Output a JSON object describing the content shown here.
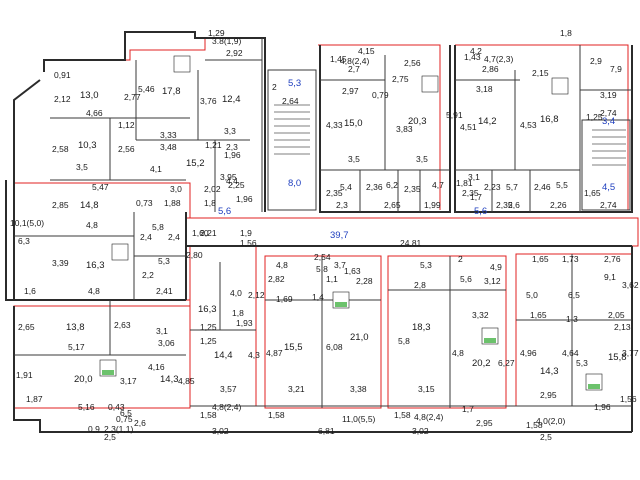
{
  "floorplan": {
    "labels": [
      {
        "name": "label-3-8",
        "text": "3.8(1,9)"
      },
      {
        "name": "label-1-29",
        "text": "1,29"
      },
      {
        "name": "label-2-92",
        "text": "2,92"
      },
      {
        "name": "label-4-15",
        "text": "4,15"
      },
      {
        "name": "label-4-8-24",
        "text": "4,8(2,4)"
      },
      {
        "name": "label-2-7",
        "text": "2,7"
      },
      {
        "name": "label-2-56",
        "text": "2,56"
      },
      {
        "name": "label-4-2",
        "text": "4,2"
      },
      {
        "name": "label-4-7-23",
        "text": "4,7(2,3)"
      },
      {
        "name": "label-2-86",
        "text": "2,86"
      },
      {
        "name": "label-1-8",
        "text": "1,8"
      },
      {
        "name": "label-0-91",
        "text": "0,91"
      },
      {
        "name": "label-13-0",
        "text": "13,0"
      },
      {
        "name": "label-2-12",
        "text": "2,12"
      },
      {
        "name": "label-2-77",
        "text": "2,77"
      },
      {
        "name": "label-5-46",
        "text": "5,46"
      },
      {
        "name": "label-17-8",
        "text": "17,8"
      },
      {
        "name": "label-12-4",
        "text": "12,4"
      },
      {
        "name": "label-3-76",
        "text": "3,76"
      },
      {
        "name": "label-2-top",
        "text": "2"
      },
      {
        "name": "label-5-3-blue",
        "text": "5,3"
      },
      {
        "name": "label-2-64",
        "text": "2,64"
      },
      {
        "name": "label-1-45",
        "text": "1,45"
      },
      {
        "name": "label-2-97",
        "text": "2,97"
      },
      {
        "name": "label-0-79",
        "text": "0,79"
      },
      {
        "name": "label-2-75",
        "text": "2,75"
      },
      {
        "name": "label-1-43",
        "text": "1,43"
      },
      {
        "name": "label-3-18",
        "text": "3,18"
      },
      {
        "name": "label-2-15",
        "text": "2,15"
      },
      {
        "name": "label-2-9",
        "text": "2,9"
      },
      {
        "name": "label-7-9",
        "text": "7,9"
      },
      {
        "name": "label-2-74",
        "text": "2,74"
      },
      {
        "name": "label-3-19",
        "text": "3,19"
      },
      {
        "name": "label-4-66",
        "text": "4,66"
      },
      {
        "name": "label-1-12",
        "text": "1,12"
      },
      {
        "name": "label-3-33",
        "text": "3,33"
      },
      {
        "name": "label-3-3a",
        "text": "3,3"
      },
      {
        "name": "label-4-33",
        "text": "4,33"
      },
      {
        "name": "label-15-0",
        "text": "15,0"
      },
      {
        "name": "label-3-83",
        "text": "3,83"
      },
      {
        "name": "label-20-3",
        "text": "20,3"
      },
      {
        "name": "label-4-51",
        "text": "4,51"
      },
      {
        "name": "label-5-91",
        "text": "5,91"
      },
      {
        "name": "label-14-2",
        "text": "14,2"
      },
      {
        "name": "label-4-53",
        "text": "4,53"
      },
      {
        "name": "label-16-8",
        "text": "16,8"
      },
      {
        "name": "label-1-25",
        "text": "1,25"
      },
      {
        "name": "label-3-4-blue",
        "text": "3,4"
      },
      {
        "name": "label-2-58",
        "text": "2,58"
      },
      {
        "name": "label-10-3",
        "text": "10,3"
      },
      {
        "name": "label-2-56b",
        "text": "2,56"
      },
      {
        "name": "label-3-48",
        "text": "3,48"
      },
      {
        "name": "label-1-21",
        "text": "1,21"
      },
      {
        "name": "label-2-3",
        "text": "2,3"
      },
      {
        "name": "label-1-96",
        "text": "1,96"
      },
      {
        "name": "label-15-2",
        "text": "15,2"
      },
      {
        "name": "label-4-1",
        "text": "4,1"
      },
      {
        "name": "label-3-5a",
        "text": "3,5"
      },
      {
        "name": "label-3-5b",
        "text": "3,5"
      },
      {
        "name": "label-3-5c",
        "text": "3,5"
      },
      {
        "name": "label-2-35a",
        "text": "2,35"
      },
      {
        "name": "label-2-35b",
        "text": "2,35"
      },
      {
        "name": "label-3-95",
        "text": "3,95"
      },
      {
        "name": "label-2-25",
        "text": "2,25"
      },
      {
        "name": "label-4-4",
        "text": "4,4"
      },
      {
        "name": "label-1-96b",
        "text": "1,96"
      },
      {
        "name": "label-8-0-blue",
        "text": "8,0"
      },
      {
        "name": "label-5-4",
        "text": "5,4"
      },
      {
        "name": "label-2-36",
        "text": "2,36"
      },
      {
        "name": "label-6-2",
        "text": "6,2"
      },
      {
        "name": "label-2-35c",
        "text": "2,35"
      },
      {
        "name": "label-4-7",
        "text": "4,7"
      },
      {
        "name": "label-1-81",
        "text": "1,81"
      },
      {
        "name": "label-3-1",
        "text": "3,1"
      },
      {
        "name": "label-2-23",
        "text": "2,23"
      },
      {
        "name": "label-5-7",
        "text": "5,7"
      },
      {
        "name": "label-2-46",
        "text": "2,46"
      },
      {
        "name": "label-5-5",
        "text": "5,5"
      },
      {
        "name": "label-1-65",
        "text": "1,65"
      },
      {
        "name": "label-4-5-blue",
        "text": "4,5"
      },
      {
        "name": "label-1-7",
        "text": "1,7"
      },
      {
        "name": "label-2-35d",
        "text": "2,35"
      },
      {
        "name": "label-5-47",
        "text": "5,47"
      },
      {
        "name": "label-3-0",
        "text": "3,0"
      },
      {
        "name": "label-2-85",
        "text": "2,85"
      },
      {
        "name": "label-14-8",
        "text": "14,8"
      },
      {
        "name": "label-0-73",
        "text": "0,73"
      },
      {
        "name": "label-1-88",
        "text": "1,88"
      },
      {
        "name": "label-1-8b",
        "text": "1,8"
      },
      {
        "name": "label-2-02",
        "text": "2,02"
      },
      {
        "name": "label-2-3b",
        "text": "2,3"
      },
      {
        "name": "label-2-65a",
        "text": "2,65"
      },
      {
        "name": "label-1-99",
        "text": "1,99"
      },
      {
        "name": "label-2-6",
        "text": "2,6"
      },
      {
        "name": "label-2-26",
        "text": "2,26"
      },
      {
        "name": "label-2-74b",
        "text": "2,74"
      },
      {
        "name": "label-6-3",
        "text": "6,3"
      },
      {
        "name": "label-10-1",
        "text": "10,1(5,0)"
      },
      {
        "name": "label-4-8a",
        "text": "4,8"
      },
      {
        "name": "label-5-8",
        "text": "5,8"
      },
      {
        "name": "label-2-4a",
        "text": "2,4"
      },
      {
        "name": "label-2-4b",
        "text": "2,4"
      },
      {
        "name": "label-1-60",
        "text": "1,60"
      },
      {
        "name": "label-5-6-blue",
        "text": "5,6"
      },
      {
        "name": "label-5-6-blue-b",
        "text": "5,6"
      },
      {
        "name": "label-39-7-blue",
        "text": "39,7"
      },
      {
        "name": "label-24-81",
        "text": "24,81"
      },
      {
        "name": "label-3-39",
        "text": "3,39"
      },
      {
        "name": "label-16-3",
        "text": "16,3"
      },
      {
        "name": "label-5-3a",
        "text": "5,3"
      },
      {
        "name": "label-2-2",
        "text": "2,2"
      },
      {
        "name": "label-2-41",
        "text": "2,41"
      },
      {
        "name": "label-4-8b",
        "text": "4,8"
      },
      {
        "name": "label-1-6",
        "text": "1,6"
      },
      {
        "name": "label-2-21",
        "text": "2,21"
      },
      {
        "name": "label-1-9a",
        "text": "1,9"
      },
      {
        "name": "label-1-56a",
        "text": "1,56"
      },
      {
        "name": "label-2-80",
        "text": "2,80"
      },
      {
        "name": "label-4-0a",
        "text": "4,0"
      },
      {
        "name": "label-2-12b",
        "text": "2,12"
      },
      {
        "name": "label-4-8c",
        "text": "4,8"
      },
      {
        "name": "label-2-54",
        "text": "2,54"
      },
      {
        "name": "label-5-8b",
        "text": "5,8"
      },
      {
        "name": "label-3-7",
        "text": "3,7"
      },
      {
        "name": "label-2-82",
        "text": "2,82"
      },
      {
        "name": "label-1-1",
        "text": "1,1"
      },
      {
        "name": "label-1-63",
        "text": "1,63"
      },
      {
        "name": "label-2-28",
        "text": "2,28"
      },
      {
        "name": "label-1-69",
        "text": "1,69"
      },
      {
        "name": "label-1-4",
        "text": "1,4"
      },
      {
        "name": "label-5-3b",
        "text": "5,3"
      },
      {
        "name": "label-2-top-b",
        "text": "2"
      },
      {
        "name": "label-4-9",
        "text": "4,9"
      },
      {
        "name": "label-5-6b",
        "text": "5,6"
      },
      {
        "name": "label-3-12",
        "text": "3,12"
      },
      {
        "name": "label-2-8",
        "text": "2,8"
      },
      {
        "name": "label-1-65b",
        "text": "1,65"
      },
      {
        "name": "label-1-73",
        "text": "1,73"
      },
      {
        "name": "label-2-76",
        "text": "2,76"
      },
      {
        "name": "label-5-0",
        "text": "5,0"
      },
      {
        "name": "label-6-5",
        "text": "6,5"
      },
      {
        "name": "label-9-1",
        "text": "9,1"
      },
      {
        "name": "label-3-62",
        "text": "3,62"
      },
      {
        "name": "label-2-65b",
        "text": "2,65"
      },
      {
        "name": "label-13-8",
        "text": "13,8"
      },
      {
        "name": "label-2-63",
        "text": "2,63"
      },
      {
        "name": "label-16-3b",
        "text": "16,3"
      },
      {
        "name": "label-1-25b",
        "text": "1,25"
      },
      {
        "name": "label-1-8c",
        "text": "1,8"
      },
      {
        "name": "label-1-93",
        "text": "1,93"
      },
      {
        "name": "label-15-5",
        "text": "15,5"
      },
      {
        "name": "label-21-0",
        "text": "21,0"
      },
      {
        "name": "label-6-08",
        "text": "6,08"
      },
      {
        "name": "label-18-3",
        "text": "18,3"
      },
      {
        "name": "label-5-8c",
        "text": "5,8"
      },
      {
        "name": "label-4-8d",
        "text": "4,8"
      },
      {
        "name": "label-3-32",
        "text": "3,32"
      },
      {
        "name": "label-20-2",
        "text": "20,2"
      },
      {
        "name": "label-6-27",
        "text": "6,27"
      },
      {
        "name": "label-1-65c",
        "text": "1,65"
      },
      {
        "name": "label-1-3",
        "text": "1,3"
      },
      {
        "name": "label-2-05",
        "text": "2,05"
      },
      {
        "name": "label-2-13",
        "text": "2,13"
      },
      {
        "name": "label-5-17",
        "text": "5,17"
      },
      {
        "name": "label-3-1b",
        "text": "3,1"
      },
      {
        "name": "label-3-06",
        "text": "3,06"
      },
      {
        "name": "label-1-25c",
        "text": "1,25"
      },
      {
        "name": "label-14-4",
        "text": "14,4"
      },
      {
        "name": "label-4-3",
        "text": "4,3"
      },
      {
        "name": "label-4-87",
        "text": "4,87"
      },
      {
        "name": "label-4-96",
        "text": "4,96"
      },
      {
        "name": "label-4-64",
        "text": "4,64"
      },
      {
        "name": "label-5-3c",
        "text": "5,3"
      },
      {
        "name": "label-15-8",
        "text": "15,8"
      },
      {
        "name": "label-3-77",
        "text": "3,77"
      },
      {
        "name": "label-1-91",
        "text": "1,91"
      },
      {
        "name": "label-20-0",
        "text": "20,0"
      },
      {
        "name": "label-3-17",
        "text": "3,17"
      },
      {
        "name": "label-14-3",
        "text": "14,3"
      },
      {
        "name": "label-4-85",
        "text": "4,85"
      },
      {
        "name": "label-14-3b",
        "text": "14,3"
      },
      {
        "name": "label-1-87",
        "text": "1,87"
      },
      {
        "name": "label-4-16",
        "text": "4,16"
      },
      {
        "name": "label-3-57",
        "text": "3,57"
      },
      {
        "name": "label-3-21",
        "text": "3,21"
      },
      {
        "name": "label-3-38",
        "text": "3,38"
      },
      {
        "name": "label-3-15",
        "text": "3,15"
      },
      {
        "name": "label-2-95a",
        "text": "2,95"
      },
      {
        "name": "label-1-96c",
        "text": "1,96"
      },
      {
        "name": "label-5-16",
        "text": "5,16"
      },
      {
        "name": "label-6-5b",
        "text": "6,5"
      },
      {
        "name": "label-0-43",
        "text": "0,43"
      },
      {
        "name": "label-1-58a",
        "text": "1,58"
      },
      {
        "name": "label-4-8-24b",
        "text": "4,8(2,4)"
      },
      {
        "name": "label-1-58b",
        "text": "1,58"
      },
      {
        "name": "label-11-0",
        "text": "11,0(5,5)"
      },
      {
        "name": "label-1-58c",
        "text": "1,58"
      },
      {
        "name": "label-4-8-24c",
        "text": "4,8(2,4)"
      },
      {
        "name": "label-1-7b",
        "text": "1,7"
      },
      {
        "name": "label-2-95b",
        "text": "2,95"
      },
      {
        "name": "label-1-58d",
        "text": "1,58"
      },
      {
        "name": "label-4-0-20",
        "text": "4,0(2,0)"
      },
      {
        "name": "label-0-9",
        "text": "0,9"
      },
      {
        "name": "label-2-3-11",
        "text": "2,3(1,1)"
      },
      {
        "name": "label-0-75",
        "text": "0,75"
      },
      {
        "name": "label-2-6b",
        "text": "2,6"
      },
      {
        "name": "label-3-02a",
        "text": "3,02"
      },
      {
        "name": "label-6-81",
        "text": "6,81"
      },
      {
        "name": "label-3-02b",
        "text": "3,02"
      },
      {
        "name": "label-2-5a",
        "text": "2,5"
      },
      {
        "name": "label-2-5b",
        "text": "2,5"
      },
      {
        "name": "label-1-56b",
        "text": "1,56"
      }
    ]
  }
}
